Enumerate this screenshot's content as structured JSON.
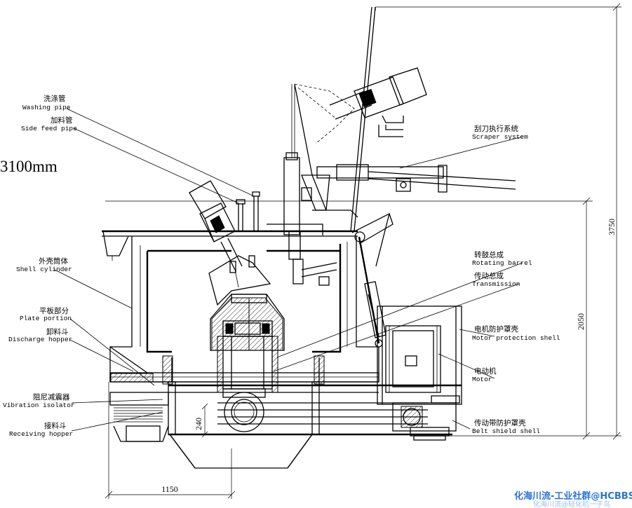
{
  "title_dimension": "3100mm",
  "dimensions": {
    "height_total": "3750",
    "height_mid": "2050",
    "width_bottom": "1150",
    "offset_small": "240"
  },
  "labels": {
    "washing_pipe": {
      "cn": "洗涤管",
      "en": "Washing pipe"
    },
    "side_feed_pipe": {
      "cn": "加料管",
      "en": "Side feed pipe"
    },
    "scraper_system": {
      "cn": "刮刀执行系统",
      "en": "Scraper system"
    },
    "shell_cylinder": {
      "cn": "外壳筒体",
      "en": "Shell cylinder"
    },
    "rotating_barrel": {
      "cn": "转鼓总成",
      "en": "Rotating barrel"
    },
    "transmission": {
      "cn": "传动总成",
      "en": "Transmission"
    },
    "plate_portion": {
      "cn": "平板部分",
      "en": "Plate portion"
    },
    "discharge_hopper": {
      "cn": "卸料斗",
      "en": "Discharge hopper"
    },
    "motor_protection_shell": {
      "cn": "电机防护罩壳",
      "en": "Motor protection shell"
    },
    "motor": {
      "cn": "电动机",
      "en": "Motor"
    },
    "vibration_isolator": {
      "cn": "阻尼减震器",
      "en": "Vibration isolator"
    },
    "receiving_hopper": {
      "cn": "接料斗",
      "en": "Receiving hopper"
    },
    "belt_shield_shell": {
      "cn": "传动带防护罩壳",
      "en": "Belt shield shell"
    }
  },
  "watermark": {
    "main": "化海川流-工业社群@HCBBS",
    "sub": "化海川流@轻化机一子鸟"
  }
}
